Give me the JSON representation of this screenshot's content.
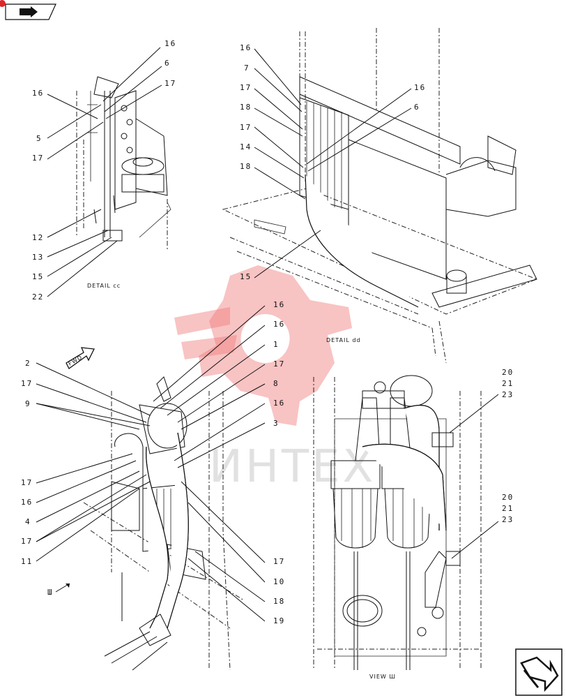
{
  "details": {
    "cc": {
      "caption": "DETAIL cc"
    },
    "dd": {
      "caption": "DETAIL dd"
    },
    "view3": {
      "caption": "VIEW Ш"
    }
  },
  "view_marker": "Ш",
  "fwd_label": "FWD",
  "watermark": {
    "text": "ИНТЕХ"
  },
  "callouts": {
    "cc": [
      "16",
      "6",
      "17",
      "16",
      "5",
      "17",
      "12",
      "13",
      "15",
      "22"
    ],
    "dd": [
      "16",
      "7",
      "17",
      "18",
      "17",
      "14",
      "18",
      "15",
      "16",
      "6"
    ],
    "main_left": [
      "2",
      "17",
      "9",
      "17",
      "16",
      "4",
      "17",
      "11"
    ],
    "main_right": [
      "16",
      "16",
      "1",
      "17",
      "8",
      "16",
      "3",
      "17",
      "10",
      "18",
      "19"
    ],
    "view": [
      "20",
      "21",
      "23",
      "20",
      "21",
      "23"
    ]
  },
  "icons": [
    "back-nav-icon",
    "next-page-icon"
  ]
}
